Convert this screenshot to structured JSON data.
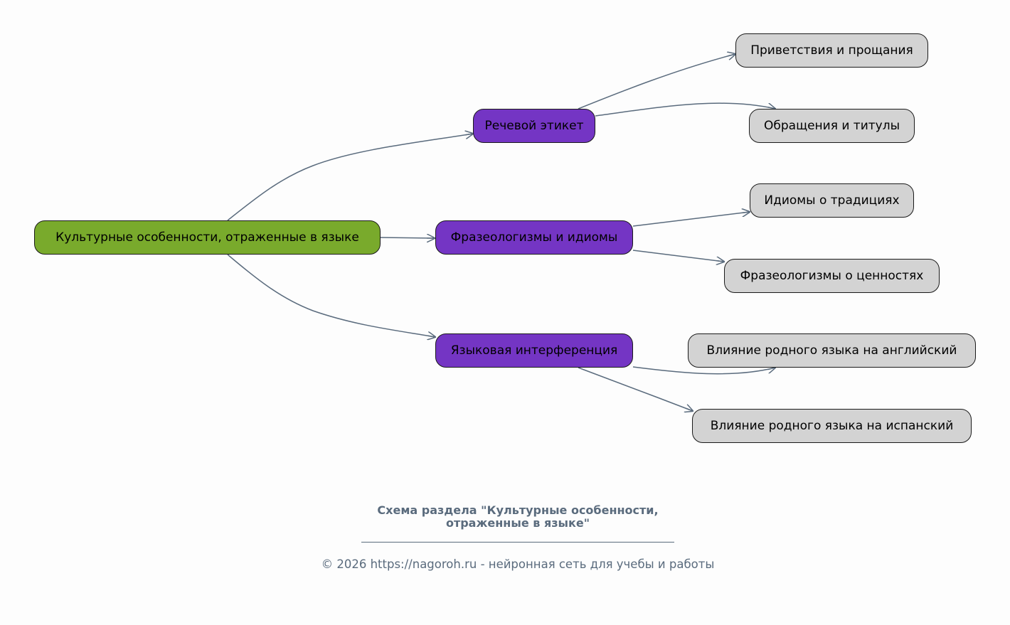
{
  "diagram": {
    "root": {
      "label": "Культурные особенности, отраженные в языке",
      "color": "#79aa2c"
    },
    "branches": [
      {
        "label": "Речевой этикет",
        "color": "#7435c4",
        "children": [
          "Приветствия и прощания",
          "Обращения и титулы"
        ]
      },
      {
        "label": "Фразеологизмы и идиомы",
        "color": "#7435c4",
        "children": [
          "Идиомы о традициях",
          "Фразеологизмы о ценностях"
        ]
      },
      {
        "label": "Языковая интерференция",
        "color": "#7435c4",
        "children": [
          "Влияние родного языка на английский",
          "Влияние родного языка на испанский"
        ]
      }
    ],
    "leaf_color": "#d3d3d3",
    "edge_color": "#5a6b7d"
  },
  "caption": {
    "line1": "Схема раздела \"Культурные особенности,",
    "line2": "отраженные в языке\""
  },
  "footer": "© 2026 https://nagoroh.ru - нейронная сеть для учебы и работы"
}
